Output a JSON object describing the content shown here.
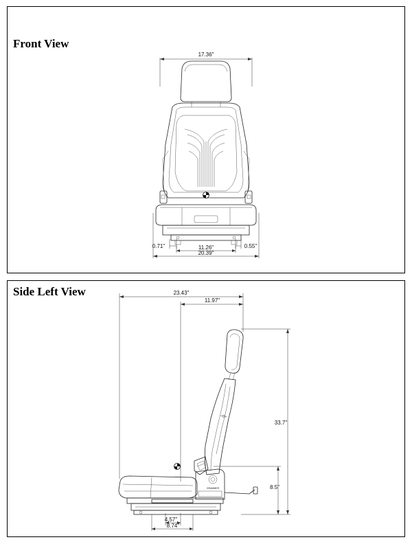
{
  "front_view": {
    "title": "Front View",
    "dimensions": {
      "top_width": "17.36\"",
      "left_offset": "0.71\"",
      "mount_width": "11.26\"",
      "right_offset": "0.55\"",
      "base_width": "20.39\""
    }
  },
  "side_view": {
    "title": "Side Left View",
    "dimensions": {
      "total_depth": "23.43\"",
      "back_depth": "11.97\"",
      "total_height": "33.7\"",
      "seat_height": "8.5\"",
      "mount_offset": "4.57\"",
      "mount_depth": "8.74\""
    },
    "brand_label": "GRAMMER"
  }
}
